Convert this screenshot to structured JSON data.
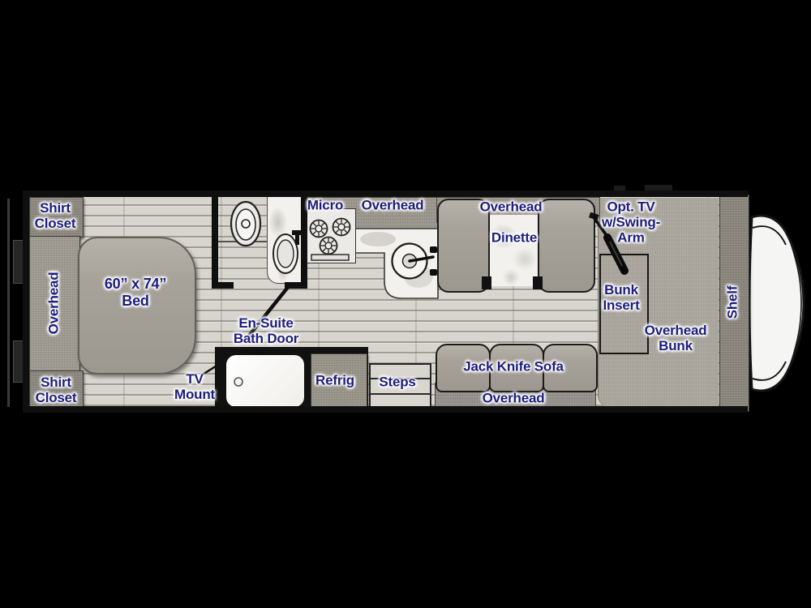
{
  "floorplan": {
    "bedroom": {
      "shirt_closet_top": "Shirt\nCloset",
      "overhead": "Overhead",
      "bed": "60” x 74”\nBed",
      "shirt_closet_bottom": "Shirt\nCloset",
      "tv_mount": "TV\nMount"
    },
    "bathroom": {
      "door": "En-Suite\nBath Door"
    },
    "kitchen": {
      "micro": "Micro",
      "overhead": "Overhead",
      "refrig": "Refrig",
      "steps": "Steps"
    },
    "dinette": {
      "overhead": "Overhead",
      "label": "Dinette"
    },
    "living": {
      "sofa": "Jack Knife Sofa",
      "overhead": "Overhead"
    },
    "front": {
      "opt_tv": "Opt. TV\nw/Swing-\nArm",
      "bunk_insert": "Bunk\nInsert",
      "overhead_bunk": "Overhead\nBunk",
      "shelf": "Shelf"
    },
    "colors": {
      "label_text": "#1d1d7c",
      "floor": "#d8d5ce",
      "wall": "#0f0f0f",
      "upholstery": "#a7a39a",
      "cabinet": "#8d897f",
      "counter_marble": "#f2f1ed",
      "background": "#000000"
    }
  }
}
